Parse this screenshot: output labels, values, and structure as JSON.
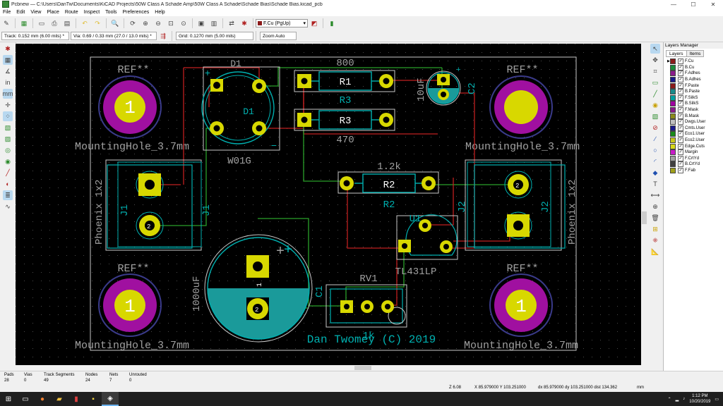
{
  "window": {
    "title": "Pcbnew — C:\\Users\\DanTw\\Documents\\KiCAD Projects\\50W Class A Schade Amp\\50W Class A Schade\\Schade Bias\\Schade Bias.kicad_pcb",
    "minimize": "—",
    "maximize": "☐",
    "close": "✕"
  },
  "menu": [
    "File",
    "Edit",
    "View",
    "Place",
    "Route",
    "Inspect",
    "Tools",
    "Preferences",
    "Help"
  ],
  "toolbar": {
    "active_layer": "F.Cu (PgUp)"
  },
  "toolbar2": {
    "track": "Track: 0.152 mm (6.00 mils) *",
    "via": "Via: 0.69 / 0.33 mm (27.0 / 13.0 mils) *",
    "grid": "Grid: 0.1270 mm (5.00 mils)",
    "zoom": "Zoom Auto"
  },
  "layers_manager": {
    "header": "Layers Manager",
    "tabs": [
      "Layers",
      "Items"
    ],
    "layers": [
      {
        "name": "F.Cu",
        "color": "#8b1a1a",
        "current": true
      },
      {
        "name": "B.Cu",
        "color": "#1a8b3a"
      },
      {
        "name": "F.Adhes",
        "color": "#8b1a8b"
      },
      {
        "name": "B.Adhes",
        "color": "#1a1a8b"
      },
      {
        "name": "F.Paste",
        "color": "#8b1a1a"
      },
      {
        "name": "B.Paste",
        "color": "#1a8b8b"
      },
      {
        "name": "F.SilkS",
        "color": "#00a0a0"
      },
      {
        "name": "B.SilkS",
        "color": "#a000a0"
      },
      {
        "name": "F.Mask",
        "color": "#8b1a8b"
      },
      {
        "name": "B.Mask",
        "color": "#8b8b1a"
      },
      {
        "name": "Dwgs.User",
        "color": "#c0c0c0"
      },
      {
        "name": "Cmts.User",
        "color": "#1a1a8b"
      },
      {
        "name": "Eco1.User",
        "color": "#1a8b1a"
      },
      {
        "name": "Eco2.User",
        "color": "#c8c81a"
      },
      {
        "name": "Edge.Cuts",
        "color": "#d8d81a"
      },
      {
        "name": "Margin",
        "color": "#c81ac8"
      },
      {
        "name": "F.CrtYd",
        "color": "#a0a0a0"
      },
      {
        "name": "B.CrtYd",
        "color": "#404040"
      },
      {
        "name": "F.Fab",
        "color": "#a0a01a"
      }
    ]
  },
  "pcb": {
    "mount_ref": "REF**",
    "mount_value": "MountingHole_3.7mm",
    "mount_pad": "1",
    "D1_ref": "D1",
    "D1_value": "W01G",
    "R1_ref": "R1",
    "R1_value": "800",
    "R3_ref": "R3",
    "R3_value": "470",
    "R2_ref": "R2",
    "R2_value": "1.2k",
    "C2_ref": "C2",
    "C2_value": "10uF",
    "C1_ref": "C1",
    "C1_value": "1000uF",
    "U1_ref": "U1",
    "U1_value": "TL431LP",
    "RV1_ref": "RV1",
    "RV1_value": "1k",
    "J1_ref": "J1",
    "J2_ref": "J2",
    "conn_value": "Phoenix 1x2",
    "pad1": "1",
    "pad2": "2",
    "plus": "+",
    "minus": "−",
    "copyright": "Dan Twomey (C) 2019"
  },
  "status": {
    "pads": {
      "label": "Pads",
      "value": "28"
    },
    "vias": {
      "label": "Vias",
      "value": "0"
    },
    "tracks": {
      "label": "Track Segments",
      "value": "49"
    },
    "nodes": {
      "label": "Nodes",
      "value": "24"
    },
    "nets": {
      "label": "Nets",
      "value": "7"
    },
    "unrouted": {
      "label": "Unrouted",
      "value": "0"
    },
    "zoom": "Z 6.08",
    "xy": "X 85.979000  Y 103.251000",
    "dxdy": "dx 85.979000  dy 103.251000  dist 134.362",
    "units": "mm"
  },
  "taskbar": {
    "time": "1:12 PM",
    "date": "10/20/2019"
  }
}
